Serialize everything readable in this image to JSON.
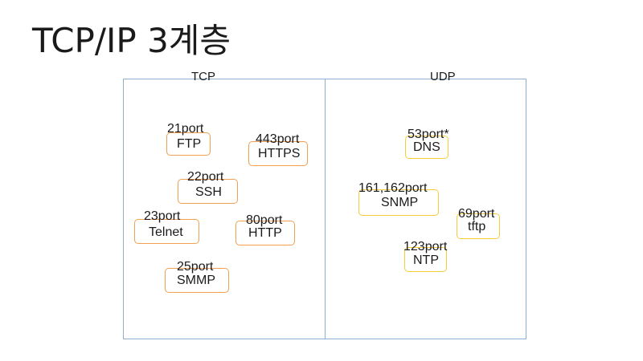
{
  "title": "TCP/IP 3계층",
  "columns": {
    "tcp_label": "TCP",
    "udp_label": "UDP"
  },
  "tcp": {
    "ftp": {
      "port": "21port",
      "name": "FTP"
    },
    "https": {
      "port": "443port",
      "name": "HTTPS"
    },
    "ssh": {
      "port": "22port",
      "name": "SSH"
    },
    "telnet": {
      "port": "23port",
      "name": "Telnet"
    },
    "http": {
      "port": "80port",
      "name": "HTTP"
    },
    "smmp": {
      "port": "25port",
      "name": "SMMP"
    }
  },
  "udp": {
    "dns": {
      "port": "53port*",
      "name": "DNS"
    },
    "snmp": {
      "port": "161,162port",
      "name": "SNMP"
    },
    "tftp": {
      "port": "69port",
      "name": "tftp"
    },
    "ntp": {
      "port": "123port",
      "name": "NTP"
    }
  },
  "colors": {
    "frame": "#8fb0d2",
    "tcp_box": "#f0a050",
    "udp_box": "#f5cc3a"
  }
}
